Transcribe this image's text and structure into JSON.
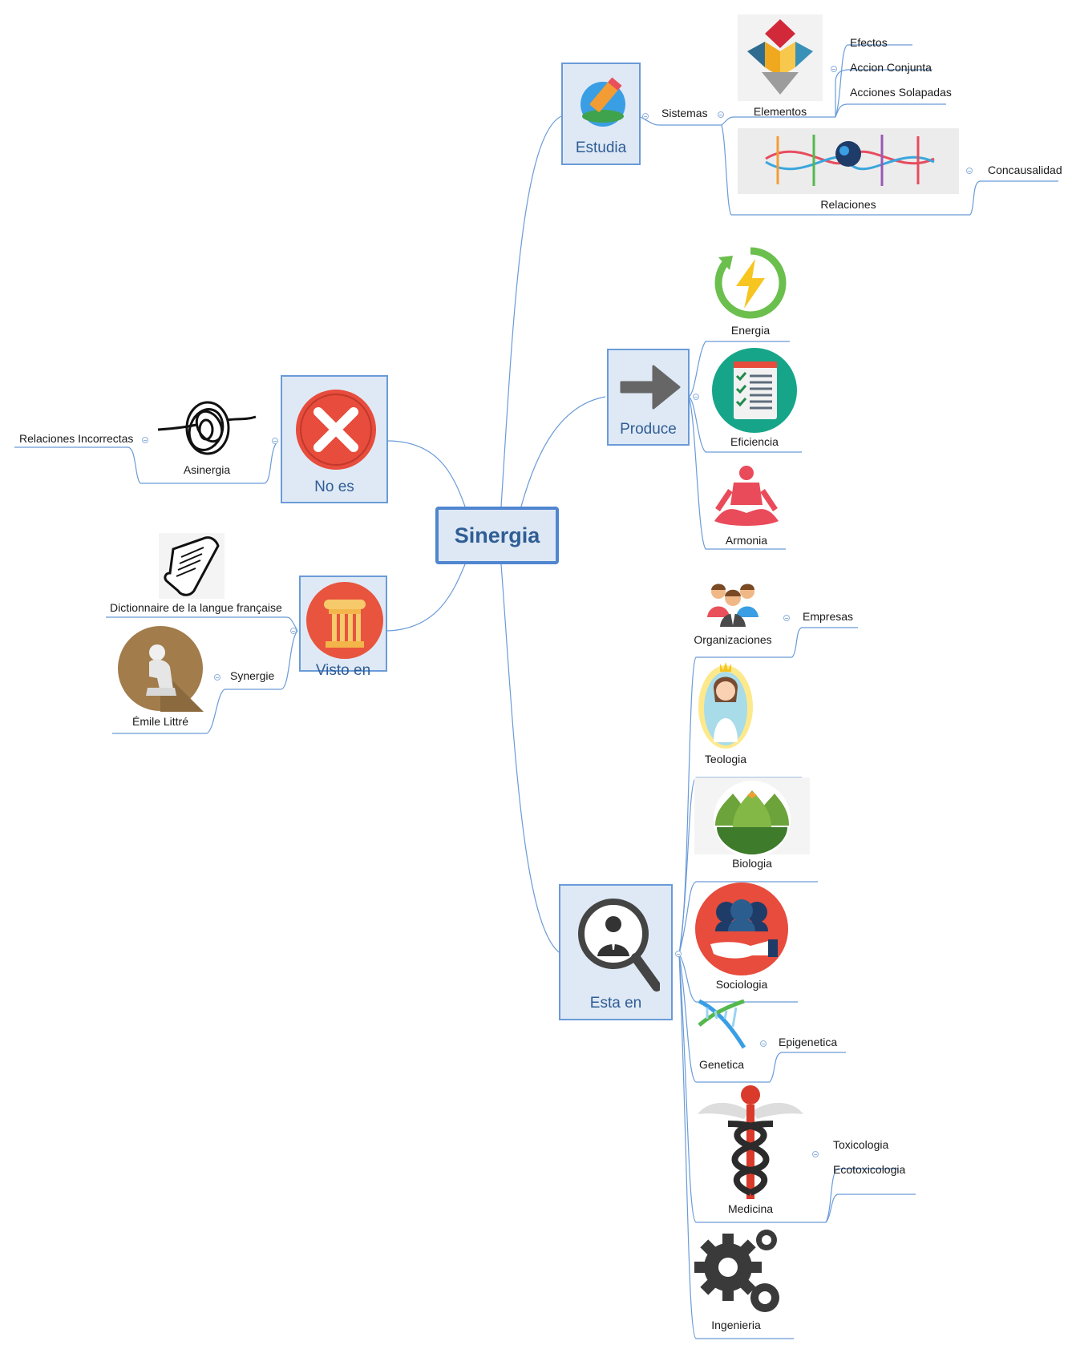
{
  "central": {
    "label": "Sinergia"
  },
  "branches": {
    "estudia": {
      "label": "Estudia",
      "sistemas": "Sistemas",
      "elementos": "Elementos",
      "elementos_children": [
        "Efectos",
        "Accion Conjunta",
        "Acciones Solapadas"
      ],
      "relaciones": "Relaciones",
      "concausalidad": "Concausalidad"
    },
    "produce": {
      "label": "Produce",
      "children": [
        "Energia",
        "Eficiencia",
        "Armonia"
      ]
    },
    "no_es": {
      "label": "No es",
      "asinergia": "Asinergia",
      "relaciones_incorrectas": "Relaciones Incorrectas"
    },
    "visto_en": {
      "label": "Visto en",
      "dictionnaire": "Dictionnaire de la langue française",
      "emile": "Émile Littré",
      "synergie": "Synergie"
    },
    "esta_en": {
      "label": "Esta en",
      "organizaciones": "Organizaciones",
      "empresas": "Empresas",
      "teologia": "Teologia",
      "biologia": "Biologia",
      "sociologia": "Sociologia",
      "genetica": "Genetica",
      "epigenetica": "Epigenetica",
      "medicina": "Medicina",
      "toxicologia": "Toxicologia",
      "ecotoxicologia": "Ecotoxicologia",
      "ingenieria": "Ingenieria"
    }
  },
  "colors": {
    "line": "#6a9bd8",
    "box_fill": "#dfe9f5",
    "box_border": "#6a9bd8",
    "title_text": "#2f5d95"
  }
}
